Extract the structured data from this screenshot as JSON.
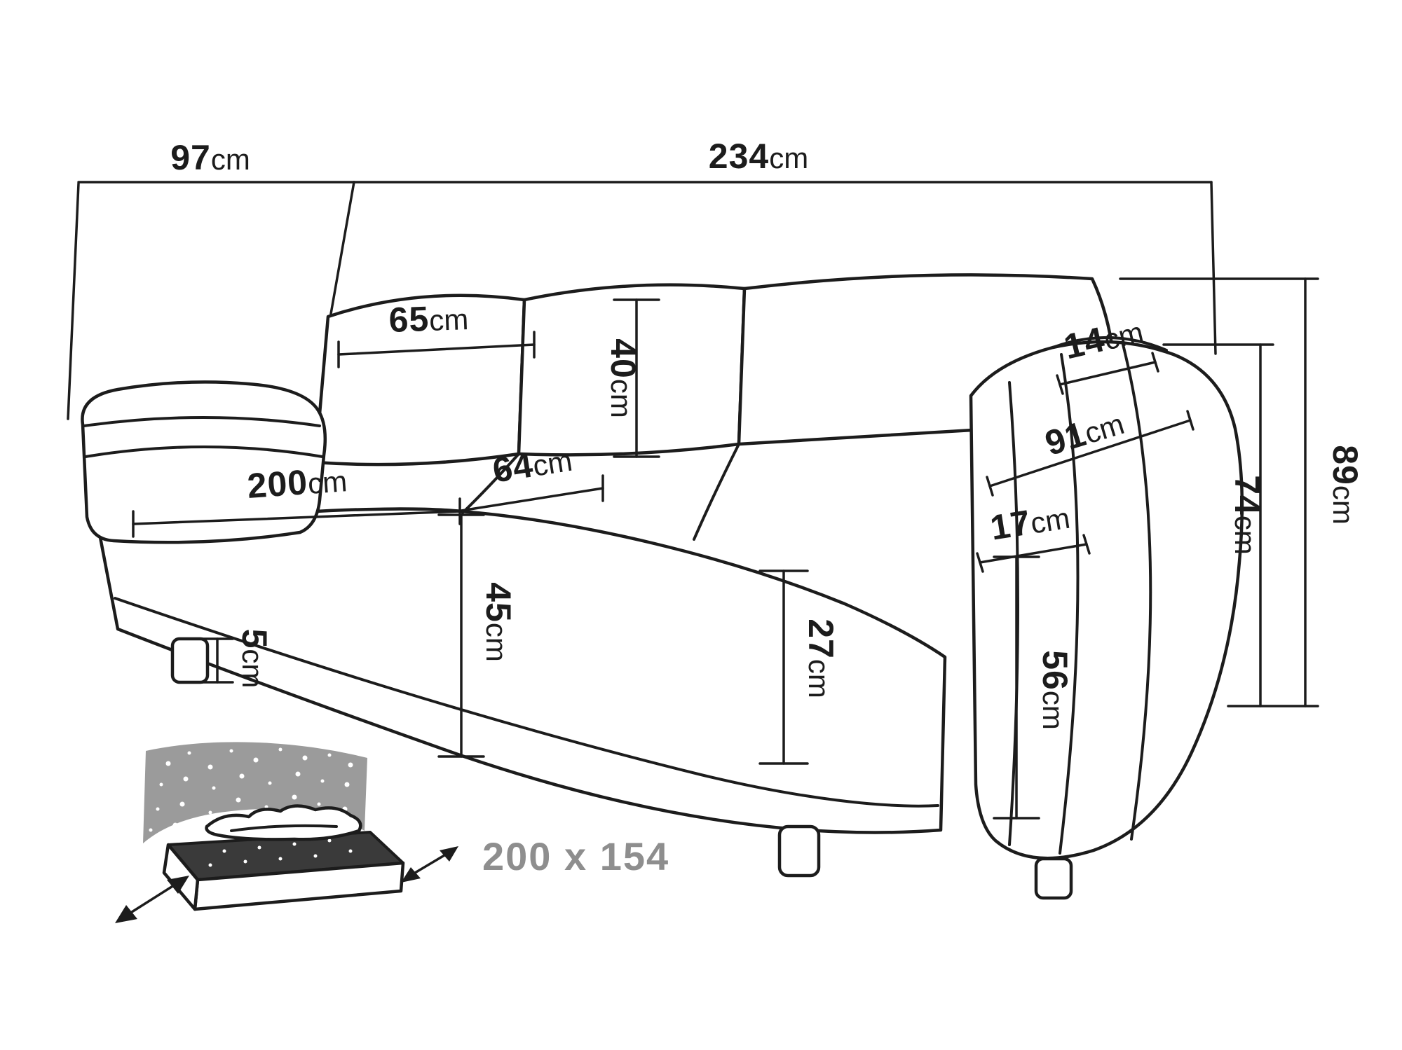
{
  "colors": {
    "line": "#1c1c1c",
    "background": "#ffffff",
    "icon_gray": "#9b9b9b",
    "muted_text": "#8e8e8e"
  },
  "dimensions": {
    "depth": {
      "value": "97",
      "unit": "cm"
    },
    "overall_width": {
      "value": "234",
      "unit": "cm"
    },
    "back_cushion_width": {
      "value": "65",
      "unit": "cm"
    },
    "back_cushion_height": {
      "value": "40",
      "unit": "cm"
    },
    "armrest_top_width": {
      "value": "14",
      "unit": "cm"
    },
    "armrest_depth": {
      "value": "91",
      "unit": "cm"
    },
    "backrest_height": {
      "value": "74",
      "unit": "cm"
    },
    "overall_height": {
      "value": "89",
      "unit": "cm"
    },
    "seat_width": {
      "value": "200",
      "unit": "cm"
    },
    "seat_depth": {
      "value": "64",
      "unit": "cm"
    },
    "armrest_front_width": {
      "value": "17",
      "unit": "cm"
    },
    "seat_front_height": {
      "value": "27",
      "unit": "cm"
    },
    "seat_height": {
      "value": "45",
      "unit": "cm"
    },
    "leg_height": {
      "value": "5",
      "unit": "cm"
    },
    "armrest_height": {
      "value": "56",
      "unit": "cm"
    }
  },
  "sleeping_area": {
    "label": "200 x 154"
  }
}
